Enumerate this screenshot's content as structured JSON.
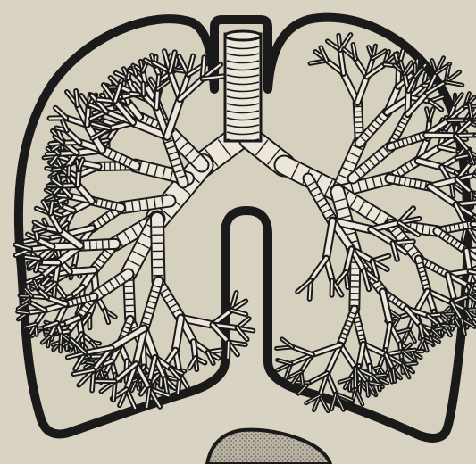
{
  "figure": {
    "colors": {
      "paper": "#d9d3c3",
      "lung_fill": "#d6d0bf",
      "ink": "#1a1a1a",
      "airway_fill": "#ece7da",
      "stipple": "#7f7a70"
    },
    "parts": [
      "left-lung",
      "right-lung",
      "trachea",
      "left-main-bronchus",
      "right-main-bronchus",
      "left-bronchial-tree",
      "right-bronchial-tree",
      "heart-notch"
    ]
  }
}
